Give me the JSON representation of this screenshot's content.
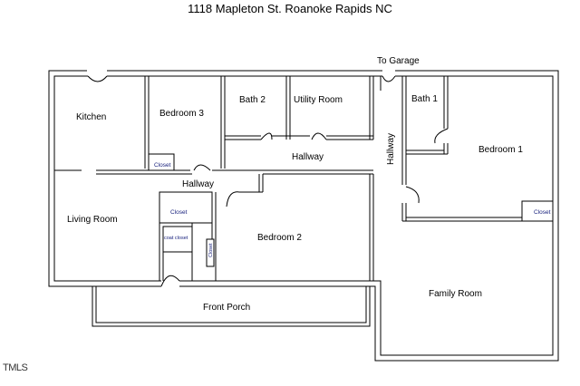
{
  "title": "1118 Mapleton St.  Roanoke Rapids NC",
  "rooms": {
    "kitchen": "Kitchen",
    "bedroom3": "Bedroom 3",
    "bath2": "Bath 2",
    "utility": "Utility Room",
    "bath1": "Bath 1",
    "bedroom1": "Bedroom 1",
    "living": "Living Room",
    "bedroom2": "Bedroom 2",
    "family": "Family Room",
    "porch": "Front Porch"
  },
  "passages": {
    "to_garage": "To Garage",
    "hallway_upper": "Hallway",
    "hallway_left": "Hallway",
    "hallway_vertical": "Hallway"
  },
  "closets": {
    "bed3": "Closet",
    "bed1": "Closet",
    "living": "Closet",
    "coat": "coat closet",
    "bed2": "Closet"
  },
  "watermark": "TMLS",
  "colors": {
    "wall": "#000000",
    "closet_label": "#1a237e"
  }
}
